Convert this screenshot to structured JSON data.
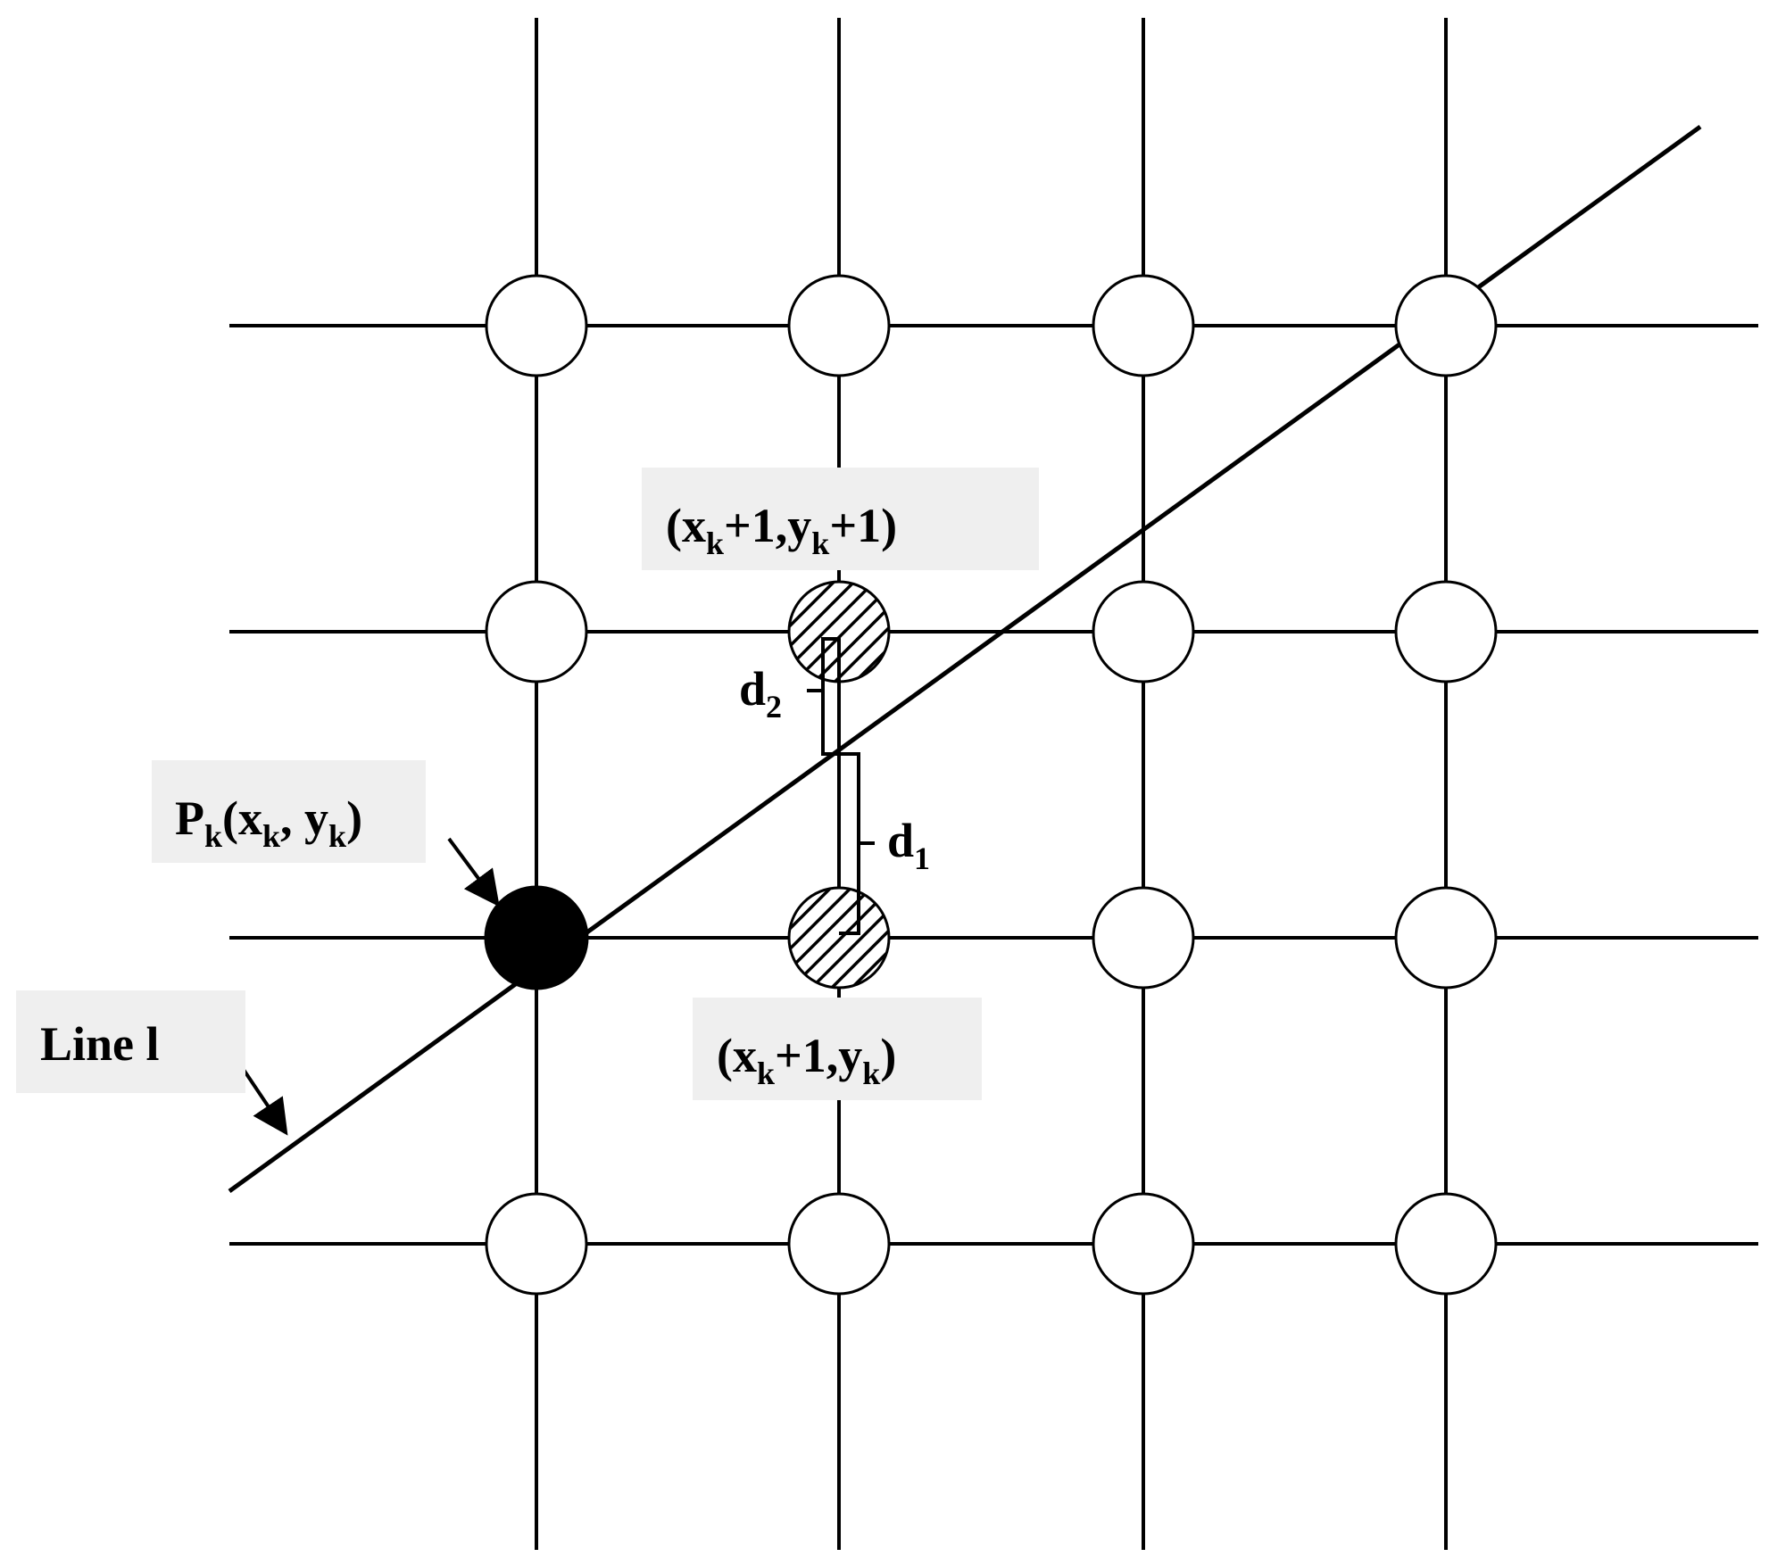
{
  "labels": {
    "pk": {
      "P": "P",
      "k1": "k",
      "open": "(x",
      "k2": "k",
      "mid": ", y",
      "k3": "k",
      "close": ")"
    },
    "upper": {
      "open": "(x",
      "k1": "k",
      "mid": "+1,y",
      "k2": "k",
      "close": "+1)"
    },
    "lower": {
      "open": "(x",
      "k1": "k",
      "mid": "+1,y",
      "k2": "k",
      "close": ")"
    },
    "line": "Line l",
    "d1": {
      "d": "d",
      "sub": "1"
    },
    "d2": {
      "d": "d",
      "sub": "2"
    }
  },
  "legend": {
    "current_pixel": "filled",
    "candidate_pixels": "hatched",
    "other_pixels": "empty"
  }
}
